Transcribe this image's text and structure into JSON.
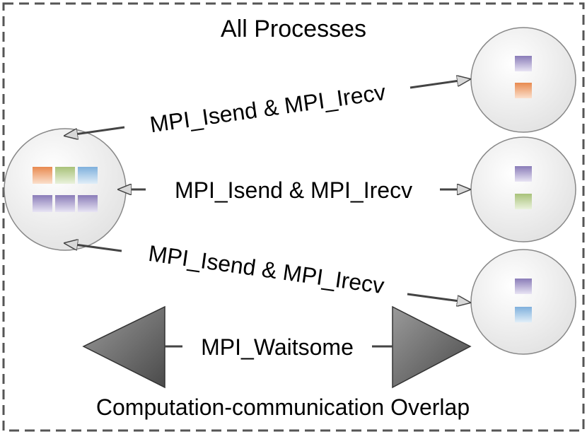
{
  "title": "All Processes",
  "arrow_labels": [
    "MPI_Isend & MPI_Irecv",
    "MPI_Isend & MPI_Irecv",
    "MPI_Isend & MPI_Irecv"
  ],
  "wait_label": "MPI_Waitsome",
  "footer": "Computation-communication Overlap",
  "colors": {
    "orange": "#f0a070",
    "green": "#c4d8a0",
    "blue": "#a8c8e8",
    "purple": "#a89cc8",
    "border": "#555555",
    "circle_fill": "#eeeeee",
    "triangle": "#6a6a6a"
  }
}
